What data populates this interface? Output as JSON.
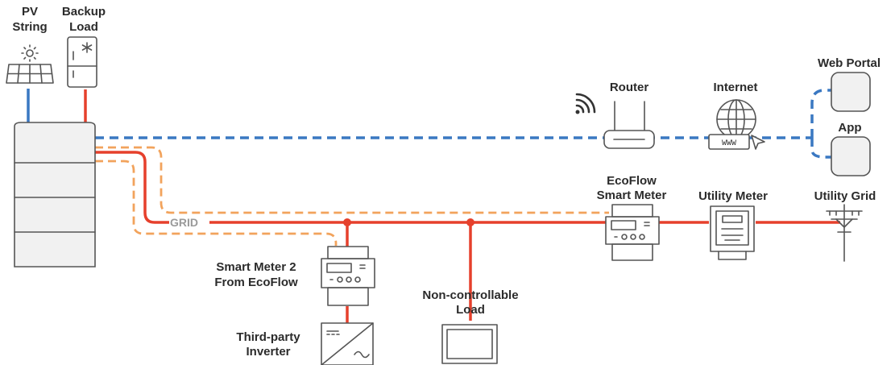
{
  "colors": {
    "power_line": "#e6402c",
    "data_line": "#3a78c2",
    "meter_comm_line": "#f2a35c",
    "device_fill": "#f1f1f1",
    "device_stroke": "#555555"
  },
  "labels": {
    "pv_string": [
      "PV",
      "String"
    ],
    "backup_load": [
      "Backup",
      "Load"
    ],
    "router": "Router",
    "internet": "Internet",
    "web_portal": "Web Portal",
    "app": "App",
    "ecoflow_meter": [
      "EcoFlow",
      "Smart Meter"
    ],
    "utility_meter": "Utility Meter",
    "utility_grid": "Utility Grid",
    "grid_line": "GRID",
    "smart_meter_2": [
      "Smart Meter 2",
      "From EcoFlow"
    ],
    "non_controllable_load": [
      "Non-controllable",
      "Load"
    ],
    "third_party_inverter": [
      "Third-party",
      "Inverter"
    ],
    "www": "WWW"
  },
  "icons": {
    "pv": "solar-panel-icon",
    "backup": "fridge-icon",
    "battery": "battery-stack-icon",
    "router": "router-icon",
    "wifi": "wifi-icon",
    "internet": "globe-icon",
    "web_portal": "portal-tile-icon",
    "app": "app-tile-icon",
    "ecoflow_meter": "smart-meter-icon",
    "utility_meter": "utility-meter-icon",
    "utility_grid": "utility-pole-icon",
    "smart_meter_2": "smart-meter-icon",
    "load": "monitor-icon",
    "inverter": "inverter-icon"
  }
}
